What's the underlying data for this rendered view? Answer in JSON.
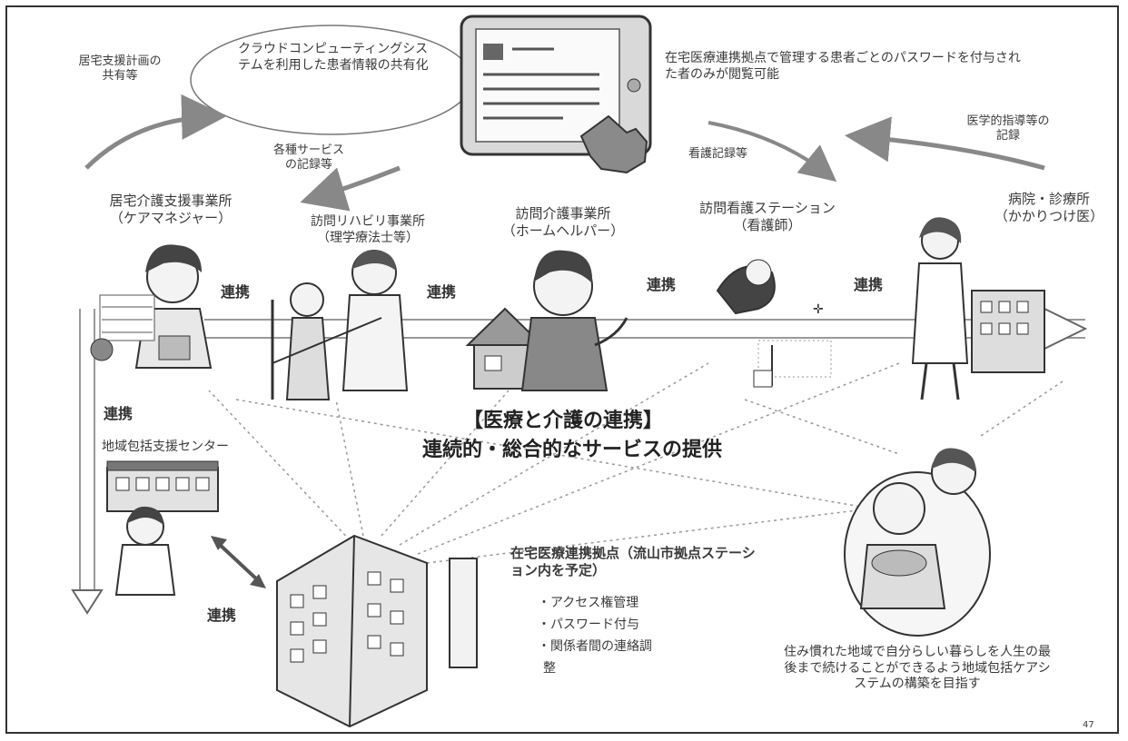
{
  "document": {
    "page_number": "47"
  },
  "cloud": {
    "note": "クラウドコンピューティングシステムを利用した患者情報の共有化"
  },
  "top_right_note": "在宅医療連携拠点で管理する患者ごとのパスワードを付与された者のみが閲覧可能",
  "arrows": {
    "top_left": "居宅支援計画の\n共有等",
    "left_mid": "各種サービス\nの記録等",
    "center": "看護記録等",
    "right": "医学的指導等の\n記録"
  },
  "nodes": {
    "care_manager": "居宅介護支援事業所\n（ケアマネジャー）",
    "rehab": "訪問リハビリ事業所\n（理学療法士等）",
    "home_helper": "訪問介護事業所\n（ホームヘルパー）",
    "nurse_station": "訪問看護ステーション\n（看護師）",
    "clinic": "病院・診療所\n（かかりつけ医）",
    "community_center": "地域包括支援センター",
    "hub": "在宅医療連携拠点（流山市拠点ステーション内を予定）"
  },
  "renkei_labels": [
    "連携",
    "連携",
    "連携",
    "連携",
    "連携",
    "連携"
  ],
  "center_message": {
    "line1": "【医療と介護の連携】",
    "line2": "連続的・総合的なサービスの提供"
  },
  "hub_functions": [
    "・アクセス権管理",
    "・パスワード付与",
    "・関係者間の連絡調",
    "整"
  ],
  "goal_text": "住み慣れた地域で自分らしい暮らしを人生の最後まで続けることができるよう地域包括ケアシステムの構築を目指す",
  "icons": [
    "tablet-icon",
    "pointing-hand-icon",
    "care-manager-figure",
    "therapist-figure",
    "helper-figure",
    "nurse-figure",
    "doctor-figure",
    "building-icon",
    "hub-building-icon",
    "elderly-couple-figure"
  ]
}
